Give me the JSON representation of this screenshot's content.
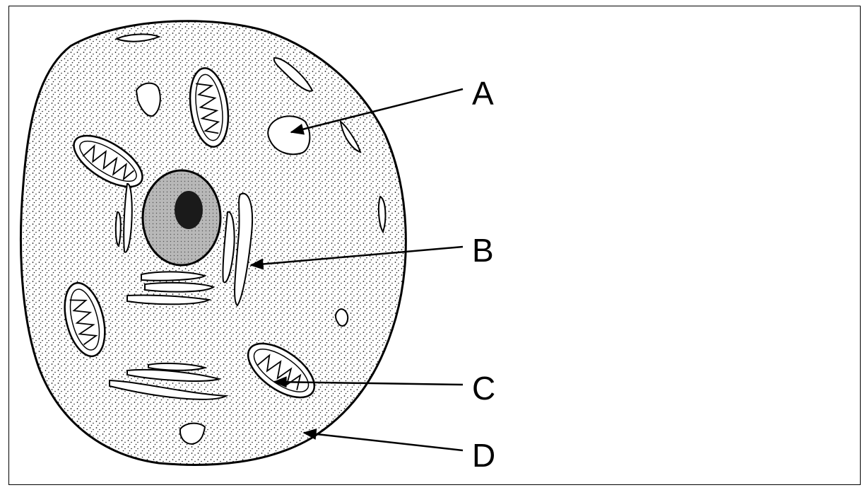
{
  "diagram": {
    "labels": {
      "a": "A",
      "b": "B",
      "c": "C",
      "d": "D"
    },
    "colors": {
      "outline": "#000000",
      "stipple": "#1a1a1a",
      "nucleus_fill": "#bdbdbd",
      "nucleolus_fill": "#1a1a1a",
      "background": "#ffffff"
    }
  }
}
